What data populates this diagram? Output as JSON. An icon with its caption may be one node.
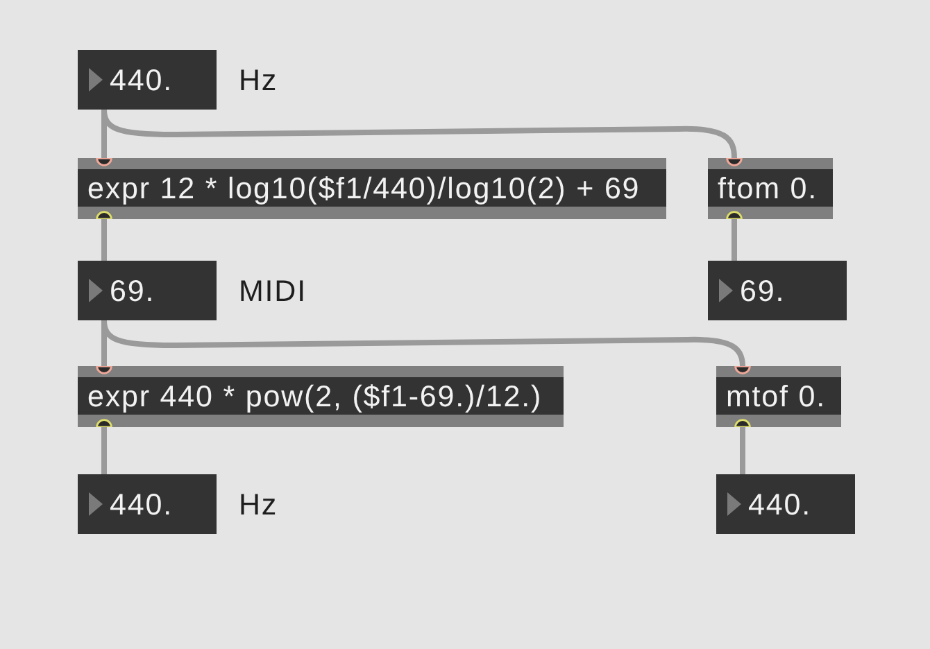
{
  "diagram": {
    "nodes": [
      {
        "text": [
          "440."
        ],
        "beside": [
          "Hz"
        ]
      },
      {
        "text": [
          "expr 12 * log10($f1/440)/log10(2) + 69"
        ]
      },
      {
        "text": [
          "ftom 0."
        ]
      },
      {
        "text": [
          "69."
        ],
        "beside": [
          "MIDI"
        ]
      },
      {
        "text": [
          "69."
        ]
      },
      {
        "text": [
          "expr 440 * pow(2, ($f1-69.)/12.)"
        ]
      },
      {
        "text": [
          "mtof 0."
        ]
      },
      {
        "text": [
          "440."
        ],
        "beside": [
          "Hz"
        ]
      },
      {
        "text": [
          "440."
        ]
      }
    ],
    "edges": [
      {
        "from": 0,
        "to": 1,
        "arrow": "none"
      },
      {
        "from": 0,
        "to": 2,
        "arrow": "none"
      },
      {
        "from": 1,
        "to": 3,
        "arrow": "none"
      },
      {
        "from": 2,
        "to": 4,
        "arrow": "none"
      },
      {
        "from": 3,
        "to": 5,
        "arrow": "none"
      },
      {
        "from": 3,
        "to": 6,
        "arrow": "none"
      },
      {
        "from": 5,
        "to": 7,
        "arrow": "none"
      },
      {
        "from": 6,
        "to": 8,
        "arrow": "none"
      }
    ]
  }
}
